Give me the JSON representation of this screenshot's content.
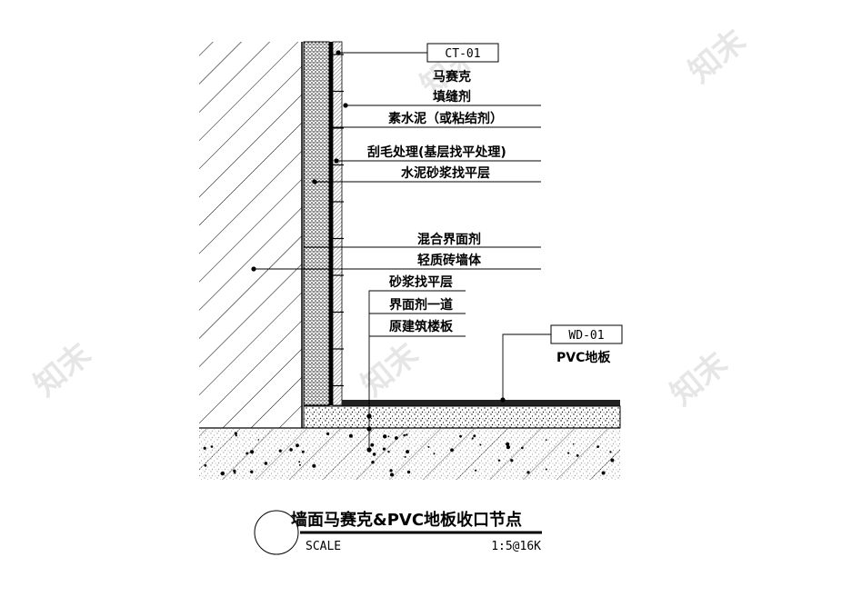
{
  "watermark": "知末",
  "tags": {
    "ct": "CT-01",
    "wd": "WD-01"
  },
  "labels": {
    "mosaic": "马赛克",
    "grout": "填缝剂",
    "cement_paste": "素水泥（或粘结剂）",
    "roughen": "刮毛处理(基层找平处理)",
    "cement_mortar": "水泥砂浆找平层",
    "mixed_agent": "混合界面剂",
    "light_brick": "轻质砖墙体",
    "mortar_level": "砂浆找平层",
    "interface_agent": "界面剂一道",
    "original_slab": "原建筑楼板",
    "pvc_floor": "PVC地板"
  },
  "title_block": {
    "title": "墙面马赛克&PVC地板收口节点",
    "scale_label": "SCALE",
    "scale_value": "1:5@16K"
  }
}
